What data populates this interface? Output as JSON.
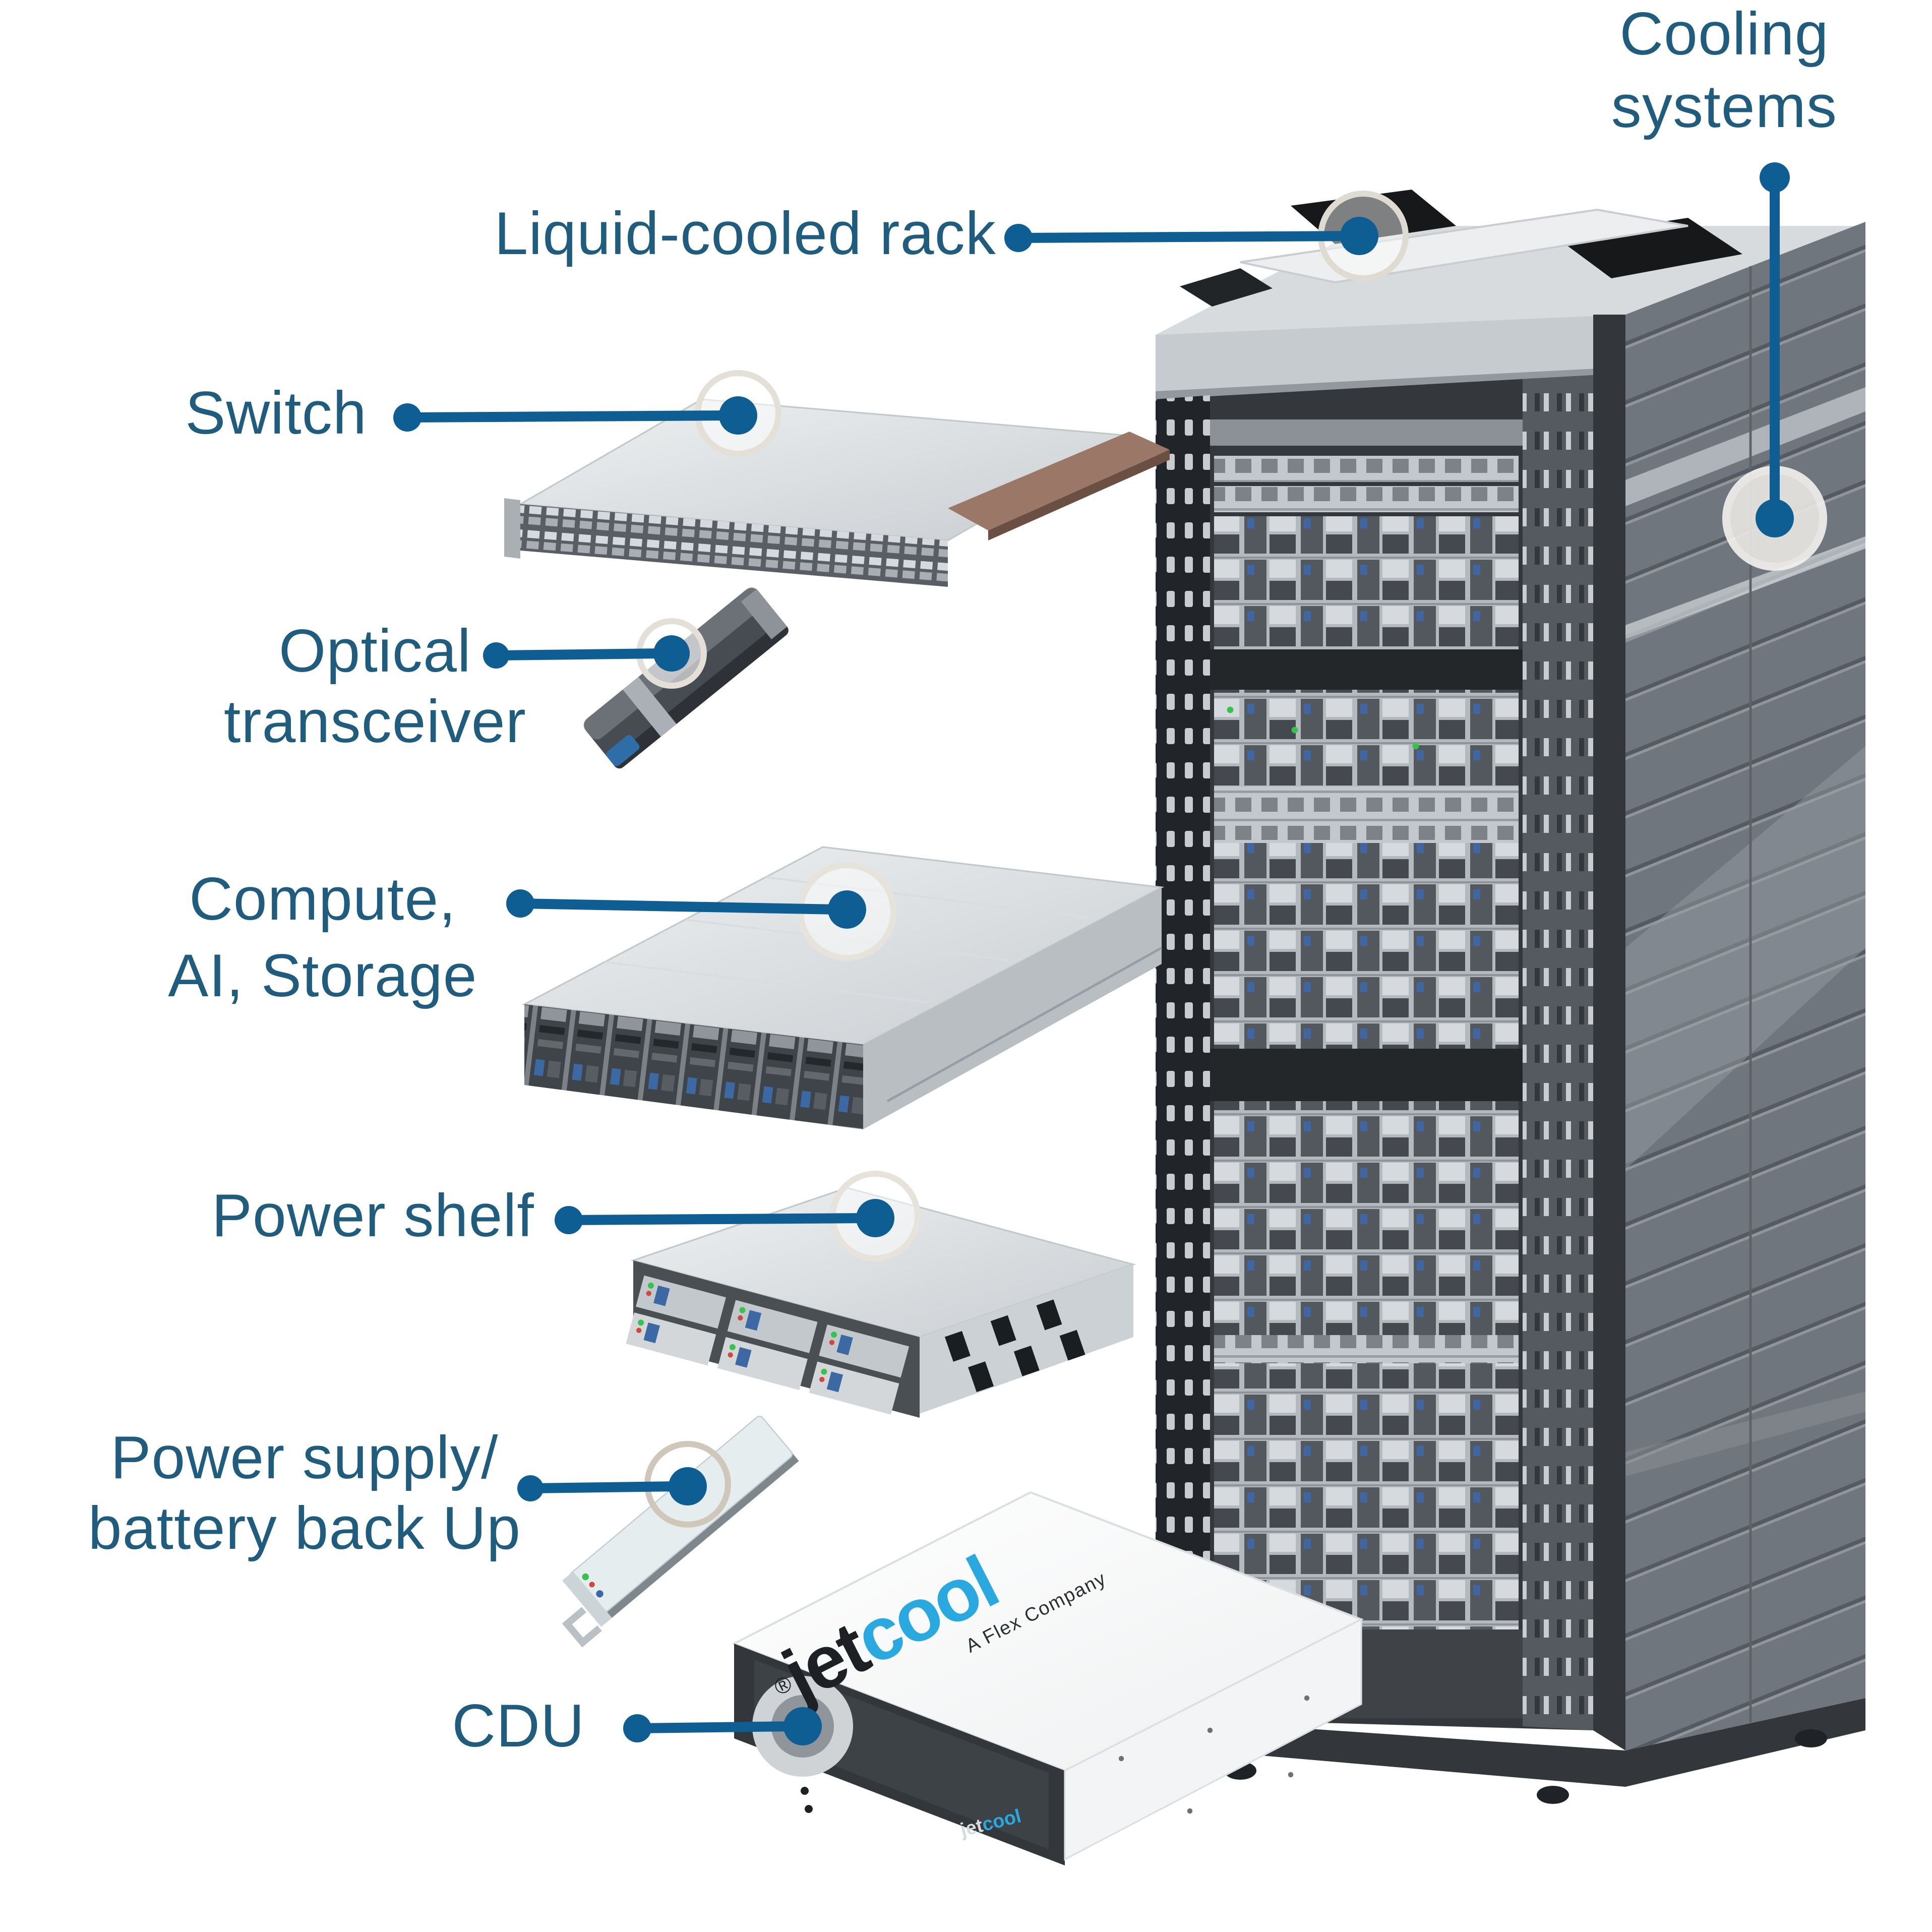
{
  "diagram": {
    "type": "exploded-hardware-diagram",
    "accent_color": "#0e5e93",
    "label_color": "#1f5c7d",
    "labels": {
      "cooling_systems": {
        "line1": "Cooling",
        "line2": "systems"
      },
      "liquid_cooled_rack": {
        "text": "Liquid-cooled rack"
      },
      "switch": {
        "text": "Switch"
      },
      "optical_transceiver": {
        "line1": "Optical",
        "line2": "transceiver"
      },
      "compute_ai_storage": {
        "line1": "Compute,",
        "line2": "AI, Storage"
      },
      "power_shelf": {
        "text": "Power shelf"
      },
      "power_supply_battery": {
        "line1": "Power supply/",
        "line2": "battery back Up"
      },
      "cdu": {
        "text": "CDU"
      }
    },
    "cdu_branding": {
      "registered_mark": "®",
      "logo_jet": "jet",
      "logo_cool": "cool",
      "tagline": "A Flex Company",
      "front_logo_jet": "jet",
      "front_logo_cool": "cool",
      "logo_cyan": "#2aa9e0"
    }
  }
}
